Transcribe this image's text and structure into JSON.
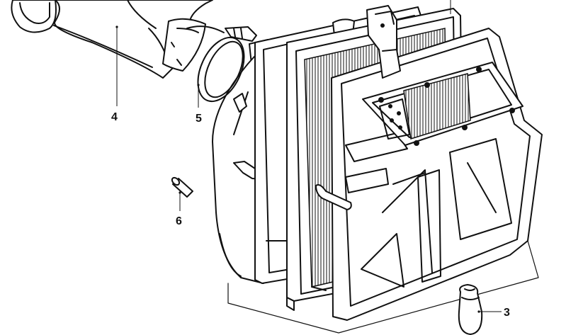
{
  "callouts": [
    {
      "id": "part-3",
      "label": "3"
    },
    {
      "id": "part-4",
      "label": "4"
    },
    {
      "id": "part-5",
      "label": "5"
    },
    {
      "id": "part-6",
      "label": "6"
    }
  ],
  "colors": {
    "ink": "#111111",
    "paper": "#ffffff"
  }
}
